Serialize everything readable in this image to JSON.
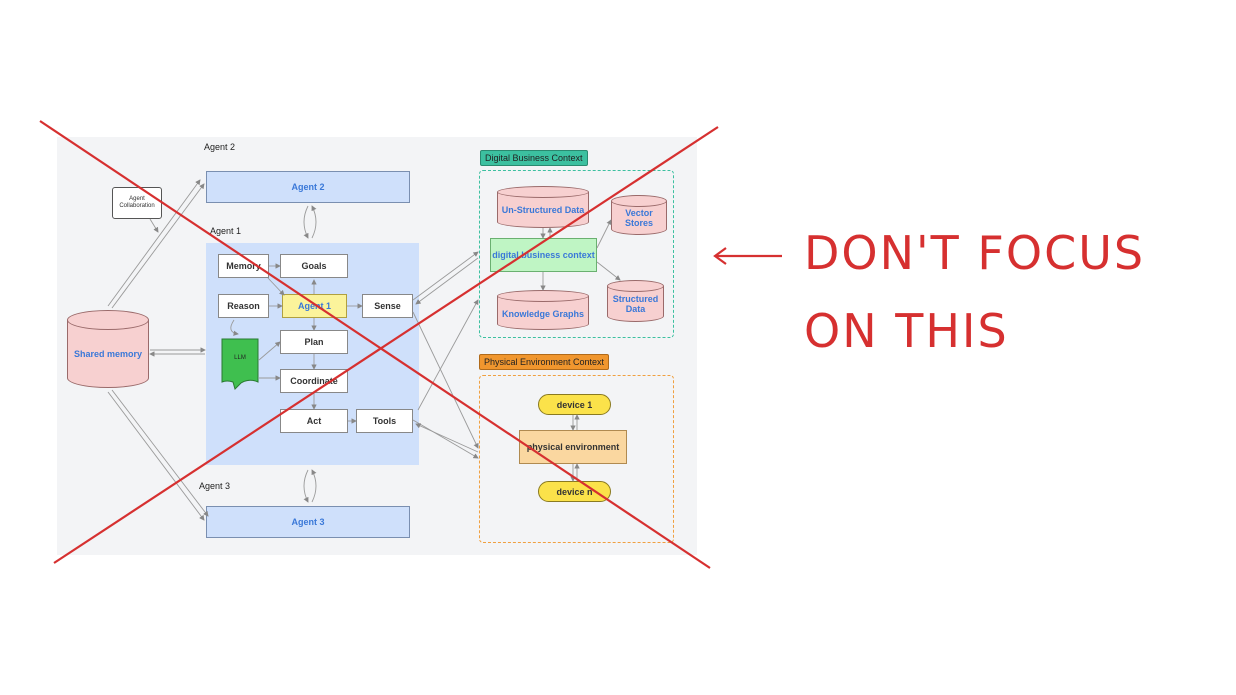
{
  "diagram": {
    "labels": {
      "agent2_title": "Agent 2",
      "agent1_title": "Agent 1",
      "agent3_title": "Agent 3",
      "callout": "Agent Collaboration"
    },
    "boxes": {
      "agent2": "Agent 2",
      "agent3": "Agent 3",
      "memory": "Memory",
      "goals": "Goals",
      "reason": "Reason",
      "agent1": "Agent 1",
      "sense": "Sense",
      "plan": "Plan",
      "coordinate": "Coordinate",
      "act": "Act",
      "tools": "Tools",
      "llm": "LLM"
    },
    "shared_memory": "Shared memory",
    "digital": {
      "title": "Digital Business  Context",
      "unstructured": "Un-Structured Data",
      "vector": "Vector Stores",
      "context": "digital business context",
      "knowledge": "Knowledge Graphs",
      "structured": "Structured Data"
    },
    "physical": {
      "title": "Physical Environment  Context",
      "device1": "device 1",
      "environment": "physical environment",
      "devicen": "device n"
    }
  },
  "annotation": {
    "line1": "DON'T FOCUS",
    "line2": "ON THIS",
    "arrow": "left-arrow"
  },
  "colors": {
    "cross": "#d63030",
    "agent_panel": "#cfe0fb",
    "llm": "#3fbf4f",
    "digital_tag": "#3cc0a0",
    "physical_tag": "#f0962e",
    "device": "#fbe24a"
  }
}
